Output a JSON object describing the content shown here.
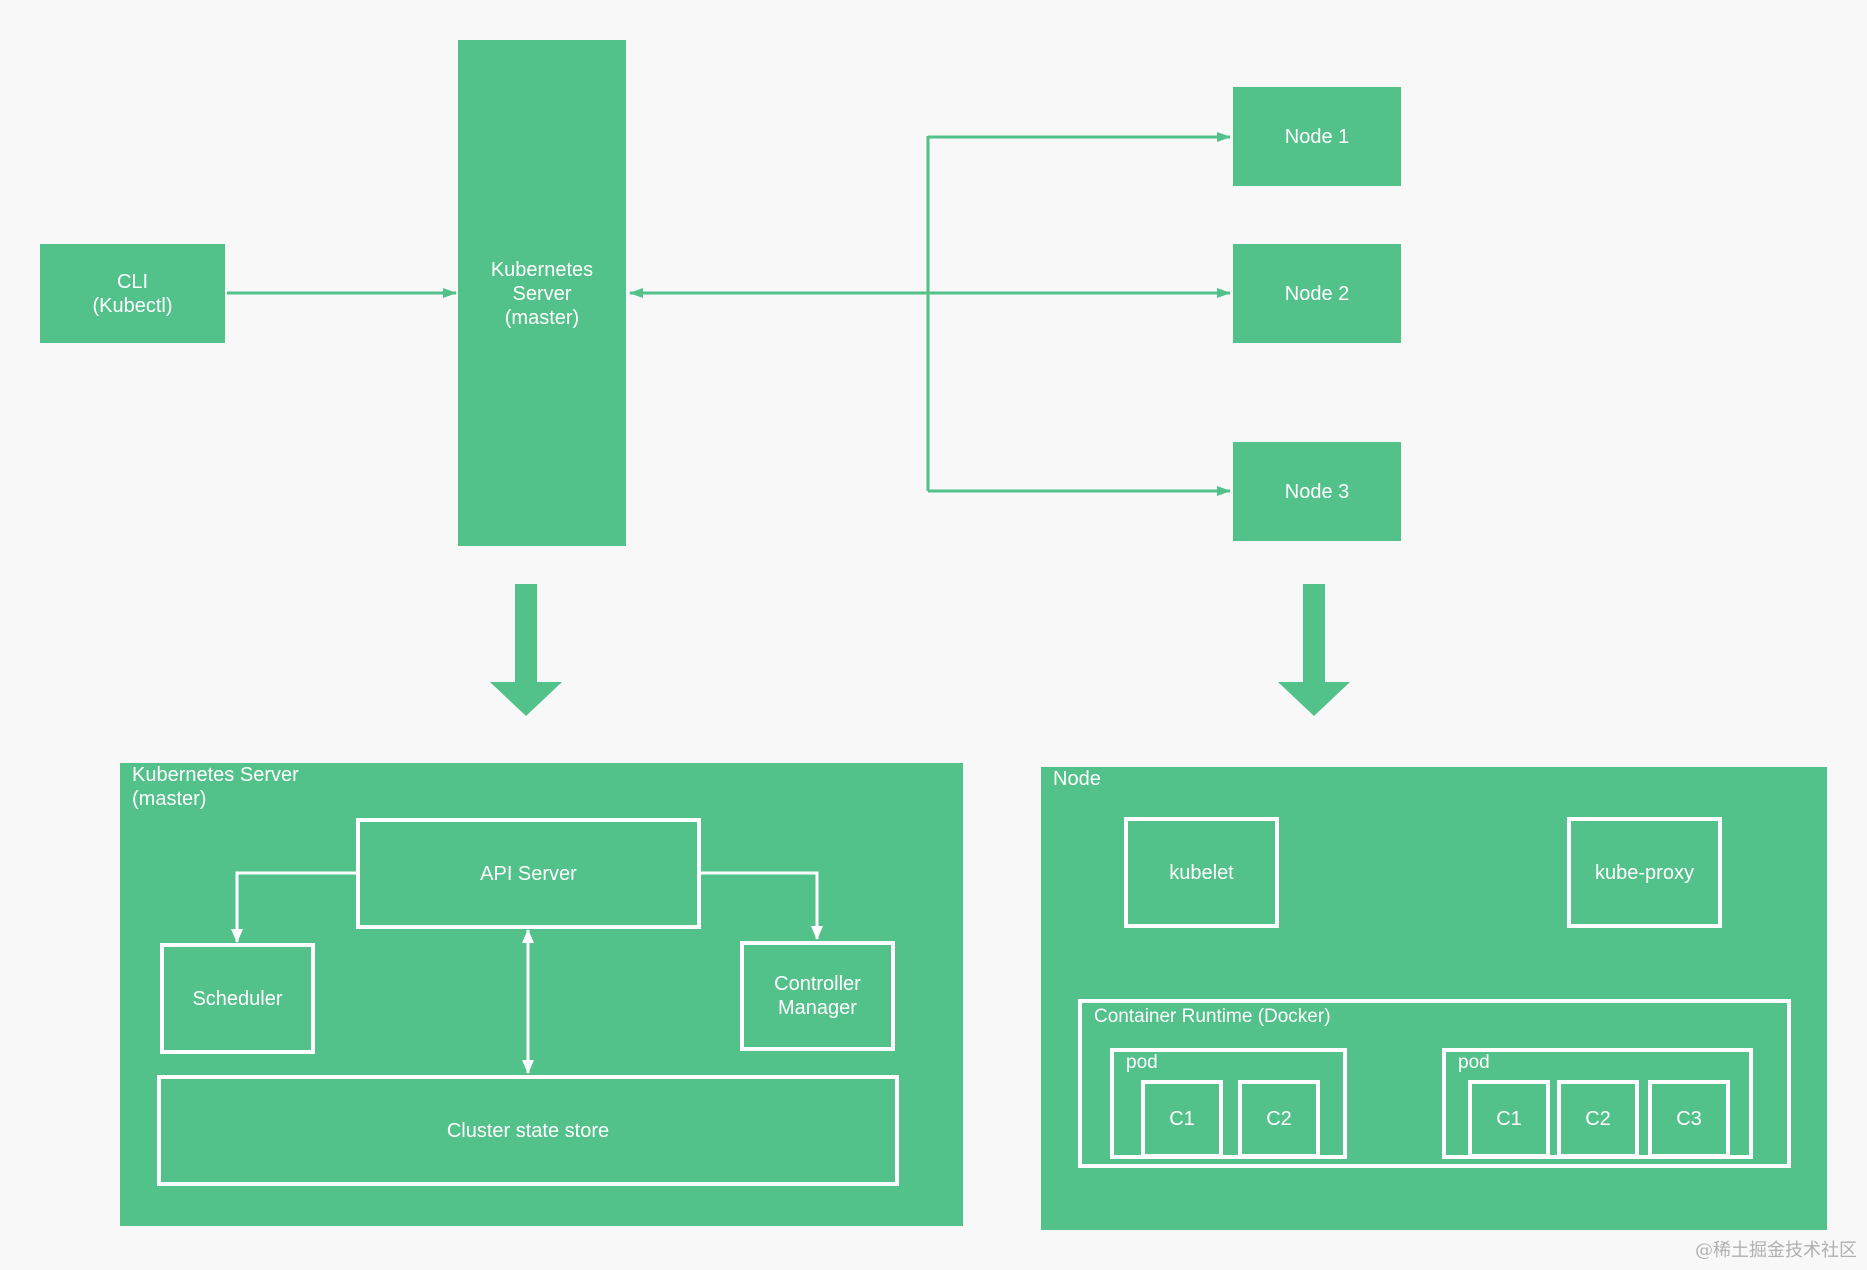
{
  "top": {
    "cli": "CLI\n(Kubectl)",
    "master": "Kubernetes\nServer\n(master)",
    "nodes": [
      "Node 1",
      "Node 2",
      "Node 3"
    ]
  },
  "master_panel": {
    "title": "Kubernetes Server\n  (master)",
    "api_server": "API Server",
    "scheduler": "Scheduler",
    "controller_manager": "Controller\nManager",
    "cluster_store": "Cluster state store"
  },
  "node_panel": {
    "title": "Node",
    "kubelet": "kubelet",
    "kube_proxy": "kube-proxy",
    "runtime": {
      "title": "Container Runtime (Docker)",
      "pods": [
        {
          "label": "pod",
          "containers": [
            "C1",
            "C2"
          ]
        },
        {
          "label": "pod",
          "containers": [
            "C1",
            "C2",
            "C3"
          ]
        }
      ]
    }
  },
  "watermark": "@稀土掘金技术社区",
  "colors": {
    "accent": "#52c18a",
    "background": "#f8f8f8",
    "line": "#ffffff"
  }
}
